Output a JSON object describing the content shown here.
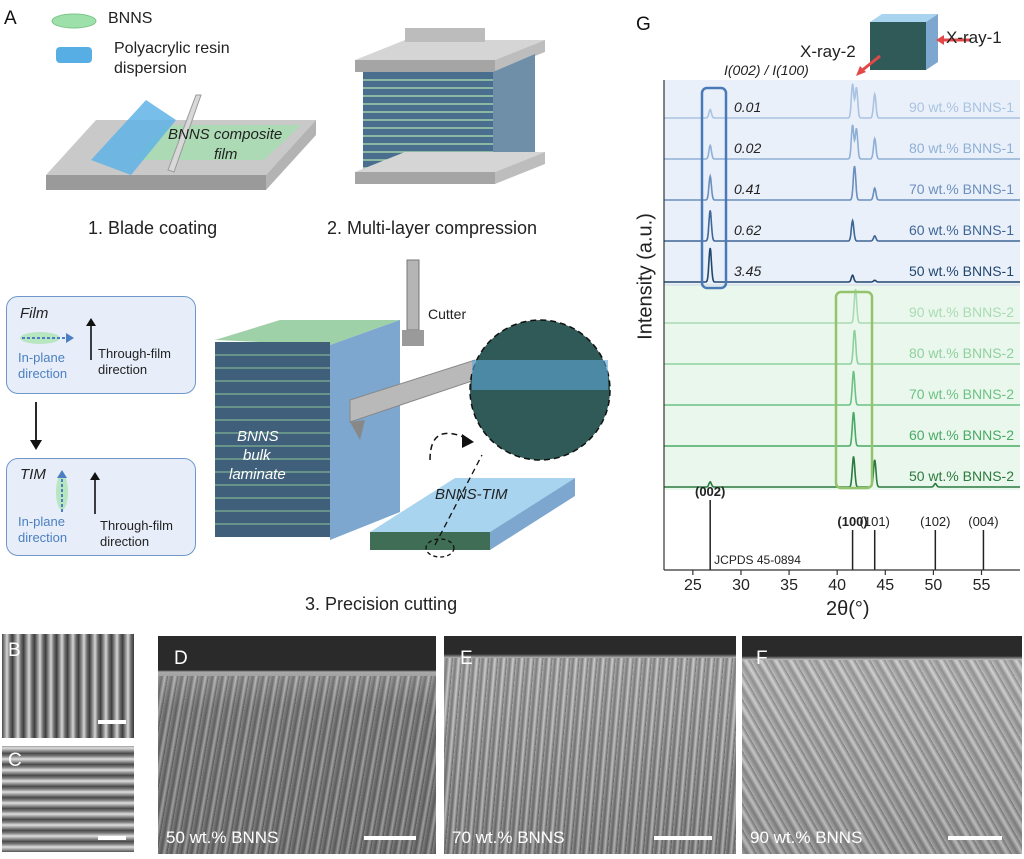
{
  "panel_a": {
    "letter": "A",
    "legend": {
      "bnns": "BNNS",
      "resin_line1": "Polyacrylic resin",
      "resin_line2": "dispersion"
    },
    "film_label_line1": "BNNS composite",
    "film_label_line2": "film",
    "step1": "1. Blade coating",
    "step2": "2. Multi-layer compression",
    "step3": "3. Precision cutting",
    "cutter": "Cutter",
    "bulk_line1": "BNNS",
    "bulk_line2": "bulk",
    "bulk_line3": "laminate",
    "tim_label": "BNNS-TIM",
    "film_box": {
      "title": "Film",
      "inplane1": "In-plane",
      "inplane2": "direction",
      "through1": "Through-film",
      "through2": "direction"
    },
    "tim_box": {
      "title": "TIM",
      "inplane1": "In-plane",
      "inplane2": "direction",
      "through1": "Through-film",
      "through2": "direction"
    }
  },
  "panels_sem": {
    "b": {
      "letter": "B"
    },
    "c": {
      "letter": "C"
    },
    "d": {
      "letter": "D",
      "label": "50 wt.% BNNS"
    },
    "e": {
      "letter": "E",
      "label": "70 wt.% BNNS"
    },
    "f": {
      "letter": "F",
      "label": "90 wt.% BNNS"
    }
  },
  "panel_g": {
    "letter": "G",
    "ratio_label": "I(002) / I(100)",
    "xray1": "X-ray-1",
    "xray2": "X-ray-2",
    "ref_label": "JCPDS 45-0894",
    "ref_peaks": [
      {
        "label": "(002)",
        "x": 26.8,
        "bold": true
      },
      {
        "label": "(100)",
        "x": 41.6,
        "bold": true
      },
      {
        "label": "(101)",
        "x": 43.9,
        "bold": false
      },
      {
        "label": "(102)",
        "x": 50.2,
        "bold": false
      },
      {
        "label": "(004)",
        "x": 55.2,
        "bold": false
      }
    ]
  },
  "chart_data": {
    "type": "line",
    "xlabel": "2θ(°)",
    "ylabel": "Intensity (a.u.)",
    "xlim": [
      22,
      59
    ],
    "xticks": [
      25,
      30,
      35,
      40,
      45,
      50,
      55
    ],
    "series": [
      {
        "name": "90 wt.% BNNS-1",
        "ratio": "0.01",
        "color": "#a9c3e2",
        "peaks": [
          [
            26.8,
            0.25
          ],
          [
            41.6,
            1.0
          ],
          [
            42.0,
            0.9
          ],
          [
            43.9,
            0.7
          ]
        ]
      },
      {
        "name": "80 wt.% BNNS-1",
        "ratio": "0.02",
        "color": "#8fb0d6",
        "peaks": [
          [
            26.8,
            0.4
          ],
          [
            41.6,
            1.0
          ],
          [
            42.0,
            0.9
          ],
          [
            43.9,
            0.6
          ]
        ]
      },
      {
        "name": "70 wt.% BNNS-1",
        "ratio": "0.41",
        "color": "#6b8fbe",
        "peaks": [
          [
            26.8,
            0.7
          ],
          [
            41.8,
            1.0
          ],
          [
            43.9,
            0.35
          ]
        ]
      },
      {
        "name": "60 wt.% BNNS-1",
        "ratio": "0.62",
        "color": "#3e6696",
        "peaks": [
          [
            26.8,
            0.9
          ],
          [
            41.6,
            0.6
          ],
          [
            43.9,
            0.15
          ]
        ]
      },
      {
        "name": "50 wt.% BNNS-1",
        "ratio": "3.45",
        "color": "#21476f",
        "peaks": [
          [
            26.8,
            1.0
          ],
          [
            41.6,
            0.2
          ],
          [
            43.9,
            0.05
          ]
        ]
      },
      {
        "name": "90 wt.% BNNS-2",
        "color": "#a9dcb3",
        "peaks": [
          [
            41.9,
            1.0
          ]
        ]
      },
      {
        "name": "80 wt.% BNNS-2",
        "color": "#8fd19e",
        "peaks": [
          [
            41.8,
            1.0
          ]
        ]
      },
      {
        "name": "70 wt.% BNNS-2",
        "color": "#6cc283",
        "peaks": [
          [
            41.7,
            1.0
          ]
        ]
      },
      {
        "name": "60 wt.% BNNS-2",
        "color": "#48aa64",
        "peaks": [
          [
            41.7,
            1.0
          ]
        ]
      },
      {
        "name": "50 wt.% BNNS-2",
        "color": "#2b7a3e",
        "peaks": [
          [
            26.8,
            0.15
          ],
          [
            41.7,
            0.9
          ],
          [
            43.9,
            0.8
          ],
          [
            50.2,
            0.1
          ]
        ]
      }
    ]
  }
}
